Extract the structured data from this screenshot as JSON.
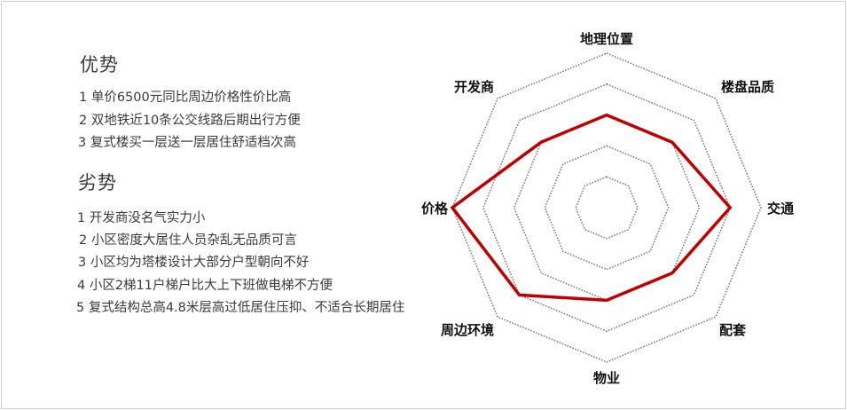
{
  "advantages": {
    "title": "优势",
    "items": [
      "1 单价6500元同比周边价格性价比高",
      "2 双地铁近10条公交线路后期出行方便",
      "3 复式楼买一层送一层居住舒适档次高"
    ]
  },
  "disadvantages": {
    "title": "劣势",
    "items": [
      " 1 开发商没名气实力小",
      "2 小区密度大居住人员杂乱无品质可言",
      "3 小区均为塔楼设计大部分户型朝向不好",
      "4 小区2梯11户梯户比大上下班做电梯不方便",
      "5 复式结构总高4.8米层高过低居住压抑、不适合长期居住"
    ]
  },
  "colors": {
    "series": "#c00000",
    "grid": "#7f7f7f",
    "text": "#3a3a3a",
    "label": "#111111",
    "border": "#d0d0d0"
  },
  "chart_data": {
    "type": "radar",
    "title": "",
    "categories": [
      "地理位置",
      "楼盘品质",
      "交通",
      "配套",
      "物业",
      "周边环境",
      "价格",
      "开发商"
    ],
    "series": [
      {
        "name": "",
        "values": [
          3,
          3,
          4,
          3,
          3,
          4,
          5,
          3
        ]
      }
    ],
    "rmax": 5,
    "grid_levels": 5,
    "grid": true,
    "grid_style": "dotted",
    "legend": "none"
  }
}
